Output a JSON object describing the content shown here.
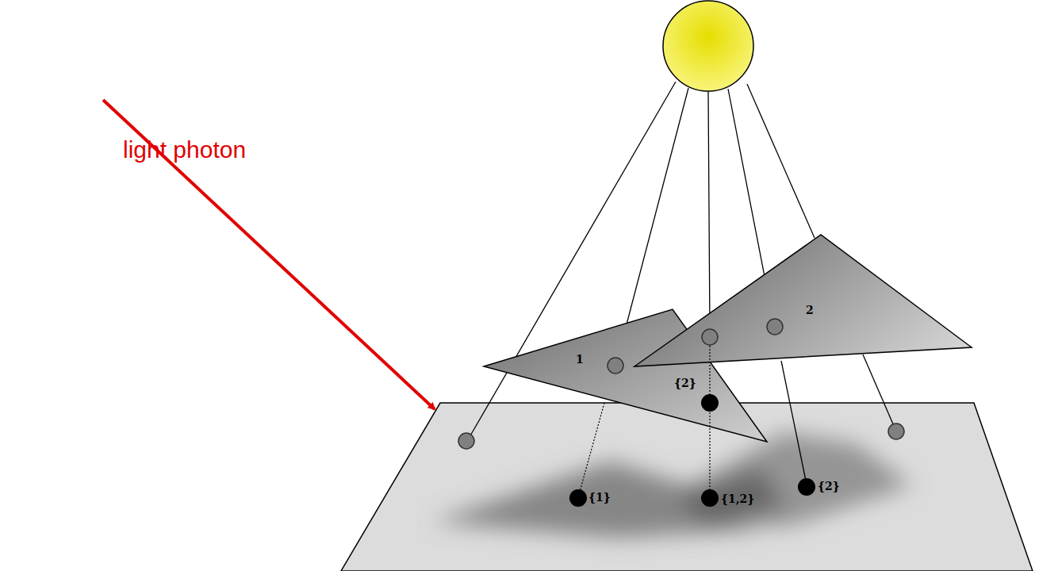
{
  "diagram": {
    "labels": [
      "light photon",
      "1",
      "2",
      "{2}",
      "{1}",
      "{1,2}",
      "{2}"
    ]
  }
}
